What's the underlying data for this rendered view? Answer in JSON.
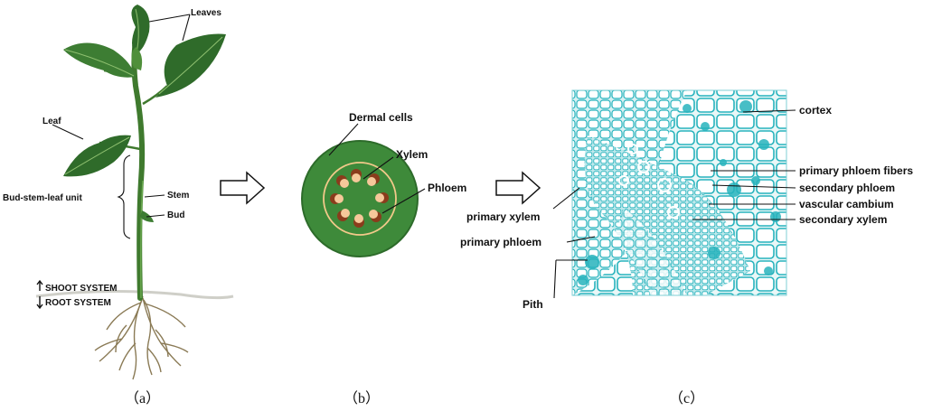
{
  "panel_a": {
    "leaves": "Leaves",
    "leaf": "Leaf",
    "bud_stem_leaf_unit": "Bud-stem-leaf unit",
    "stem": "Stem",
    "bud": "Bud",
    "shoot_system": "SHOOT SYSTEM",
    "root_system": "ROOT SYSTEM",
    "caption": "（a）"
  },
  "panel_b": {
    "dermal_cells": "Dermal cells",
    "xylem": "Xylem",
    "phloem": "Phloem",
    "caption": "（b）"
  },
  "panel_c": {
    "cortex": "cortex",
    "primary_phloem_fibers": "primary phloem fibers",
    "secondary_phloem": "secondary phloem",
    "vascular_cambium": "vascular cambium",
    "secondary_xylem": "secondary xylem",
    "primary_xylem": "primary xylem",
    "primary_phloem": "primary phloem",
    "pith": "Pith",
    "caption": "（c）"
  },
  "colors": {
    "leaf_dark": "#2f6b2a",
    "leaf_light": "#4f8f3a",
    "stem": "#3f7a2e",
    "disc_green": "#3e8a3a",
    "ring": "#f2c98a",
    "xylem_dot": "#f6c89a",
    "phloem_dot": "#8a3c1c",
    "tissue_bg": "#e9f7f7",
    "tissue_cyan": "#27b3bd"
  }
}
